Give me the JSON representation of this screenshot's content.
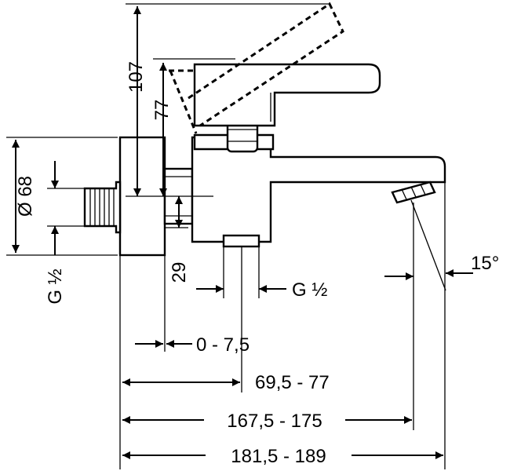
{
  "dimensions": {
    "height_top": "107",
    "height_handle": "77",
    "diameter": "Ø 68",
    "thread_left": "G ½",
    "offset_29": "29",
    "thread_bottom": "G ½",
    "angle": "15°",
    "range_0_7_5": "0 - 7,5",
    "range_69_77": "69,5 - 77",
    "range_167_175": "167,5 - 175",
    "range_181_189": "181,5 - 189"
  }
}
